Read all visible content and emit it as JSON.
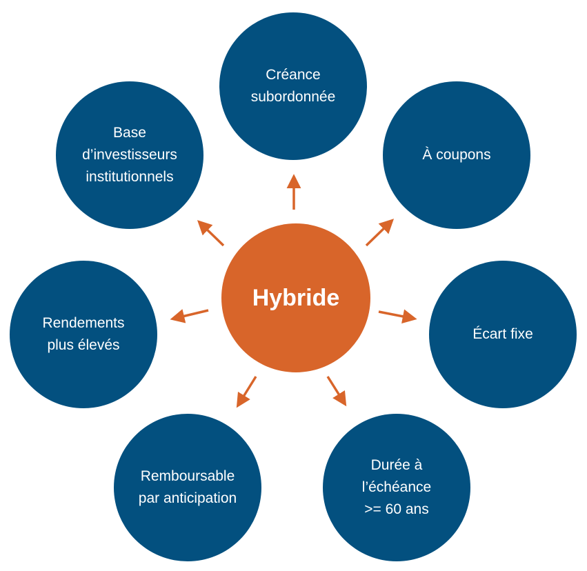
{
  "center": {
    "label": "Hybride"
  },
  "nodes": [
    {
      "label": "Créance\nsubordonnée"
    },
    {
      "label": "À coupons"
    },
    {
      "label": "Écart fixe"
    },
    {
      "label": "Durée à\nl’échéance\n>= 60 ans"
    },
    {
      "label": "Remboursable\npar anticipation"
    },
    {
      "label": "Rendements\nplus élevés"
    },
    {
      "label": "Base\nd’investisseurs\ninstitutionnels"
    }
  ],
  "colors": {
    "outer_circle": "#03507f",
    "center_circle": "#d8652a",
    "arrow": "#d8652a",
    "text": "#ffffff"
  }
}
